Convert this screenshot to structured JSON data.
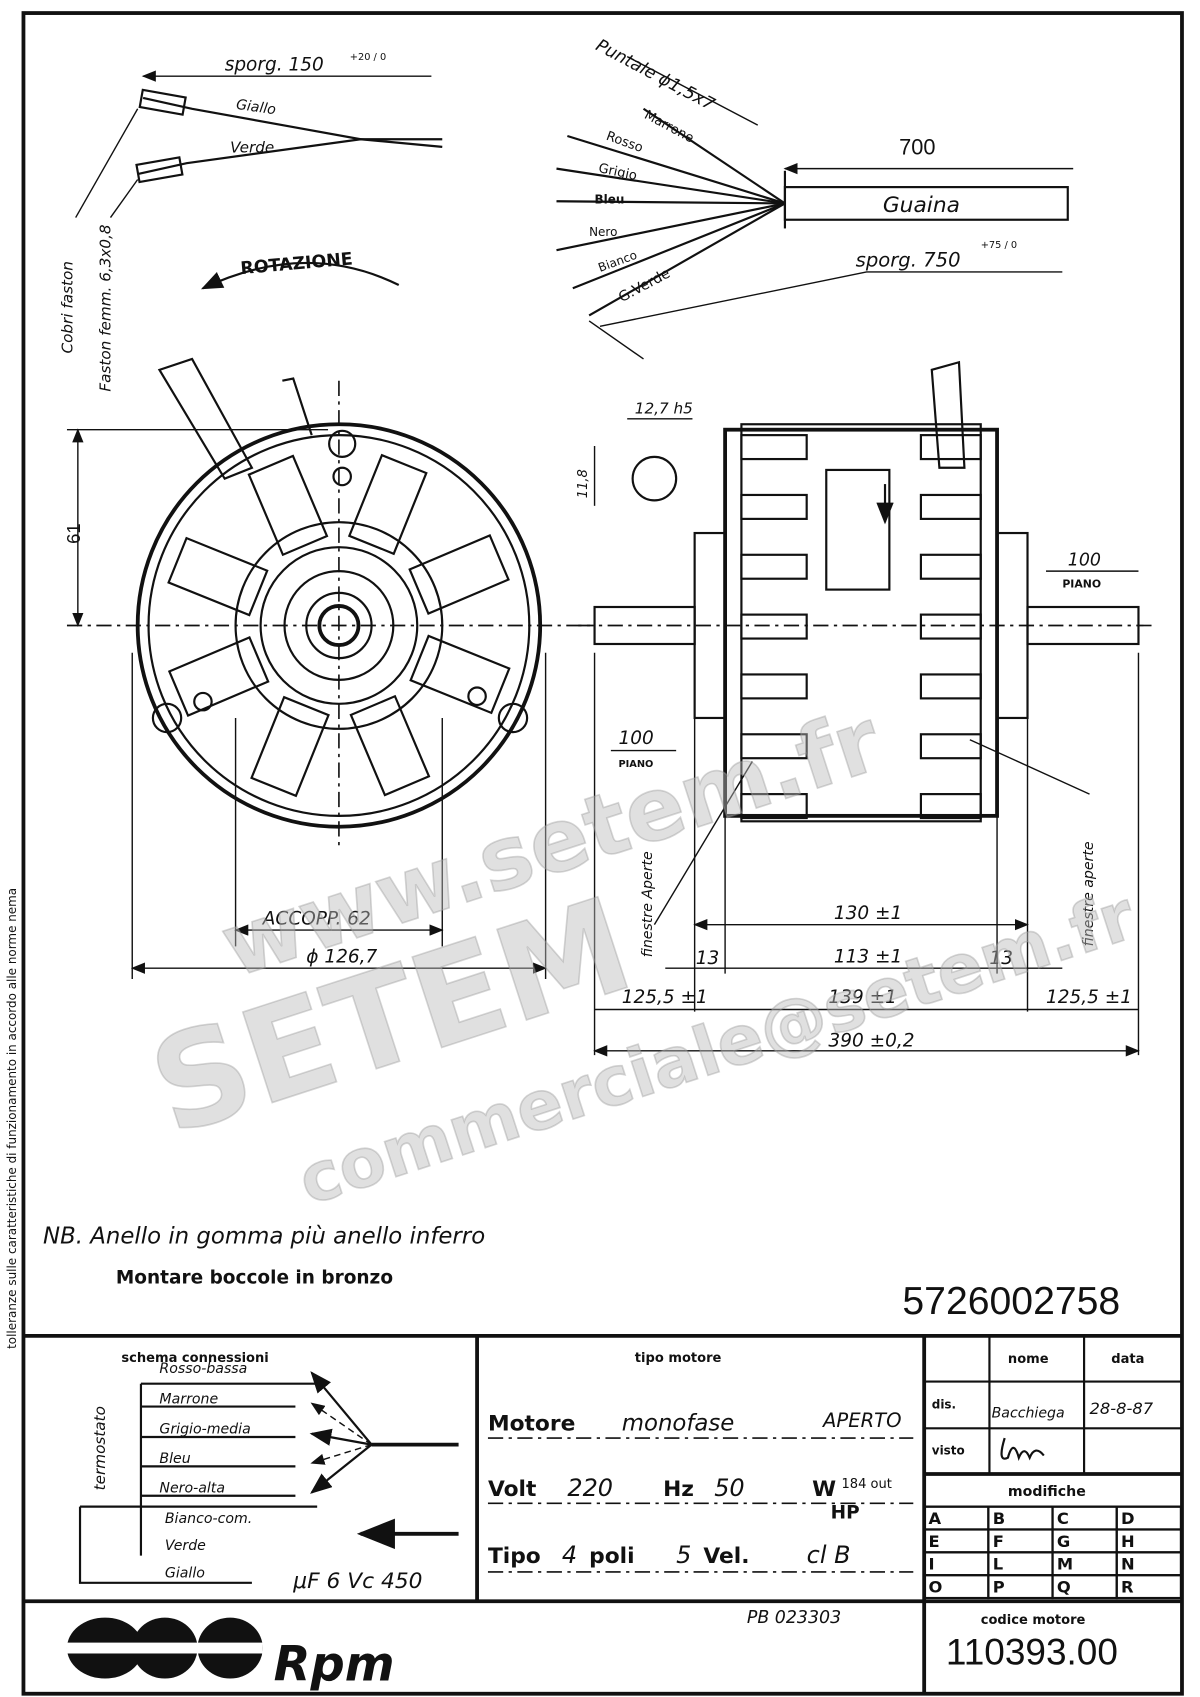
{
  "top_left": {
    "sporg_label": "sporg. 150",
    "sporg_tol": "+20 / 0",
    "wire_giallo": "Giallo",
    "wire_verde": "Verde",
    "cobri_faston": "Cobri faston",
    "faston": "Faston femm. 6,3x0,8",
    "rotation": "ROTAZIONE"
  },
  "top_right": {
    "puntale": "Puntale ϕ1,5x7",
    "wires": [
      "Marrone",
      "Rosso",
      "Grigio",
      "Bleu",
      "Nero",
      "Bianco",
      "G.Verde"
    ],
    "length_700": "700",
    "guaina": "Guaina",
    "sporg_label": "sporg. 750",
    "sporg_tol": "+75 / 0"
  },
  "front_view": {
    "dim_61": "61",
    "piano_100": "100",
    "piano_label": "PIANO",
    "accopp": "ACCOPP. 62",
    "diameter": "ϕ 126,7"
  },
  "side_view": {
    "shaft_dim": "12,7 h5",
    "shaft_flat": "11,8",
    "piano_100": "100",
    "piano_label": "PIANO",
    "finestre_left": "finestre Aperte",
    "finestre_right": "finestre aperte",
    "dim_130": "130 ±1",
    "dim_113": "113 ±1",
    "dim_13_left": "13",
    "dim_13_right": "13",
    "dim_125_left": "125,5 ±1",
    "dim_139": "139 ±1",
    "dim_125_right": "125,5 ±1",
    "dim_390": "390 ±0,2"
  },
  "side_margin_note": "tolleranze sulle caratteristiche di funzionamento in accordo alle norme nema",
  "notes": {
    "nb": "NB. Anello in gomma più anello inferro",
    "mount": "Montare boccole in bronzo"
  },
  "drawing_number": "5726002758",
  "title_block": {
    "schema_title": "schema connessioni",
    "termostato": "termostato",
    "schema_wires": [
      "Rosso-bassa",
      "Marrone",
      "Grigio-media",
      "Bleu",
      "Nero-alta",
      "Bianco-com.",
      "Verde",
      "Giallo"
    ],
    "capacitor": "μF 6  Vc 450",
    "tipo_motore_title": "tipo motore",
    "motore_label": "Motore",
    "motore_value": "monofase",
    "motore_type": "APERTO",
    "volt_label": "Volt",
    "volt_value": "220",
    "hz_label": "Hz",
    "hz_value": "50",
    "w_label": "W",
    "w_value": "184 out",
    "hp_label": "HP",
    "tipo_label": "Tipo",
    "poli_value": "4",
    "poli_label": "poli",
    "vel_value": "5",
    "vel_label": "Vel.",
    "class_value": "cl B",
    "nome_header": "nome",
    "data_header": "data",
    "dis_label": "dis.",
    "dis_name": "Bacchiega",
    "dis_date": "28-8-87",
    "visto_label": "visto",
    "modifiche_title": "modifiche",
    "modifiche_letters": [
      "A",
      "B",
      "C",
      "D",
      "E",
      "F",
      "G",
      "H",
      "I",
      "L",
      "M",
      "N",
      "O",
      "P",
      "Q",
      "R"
    ],
    "pb_code": "PB 023303",
    "codice_title": "codice motore",
    "codice_value": "110393.00",
    "logo_text": "Rpm"
  },
  "watermark": {
    "line1": "www.setem.fr",
    "line2": "SETEM",
    "line3": "commerciale@setem.fr"
  }
}
